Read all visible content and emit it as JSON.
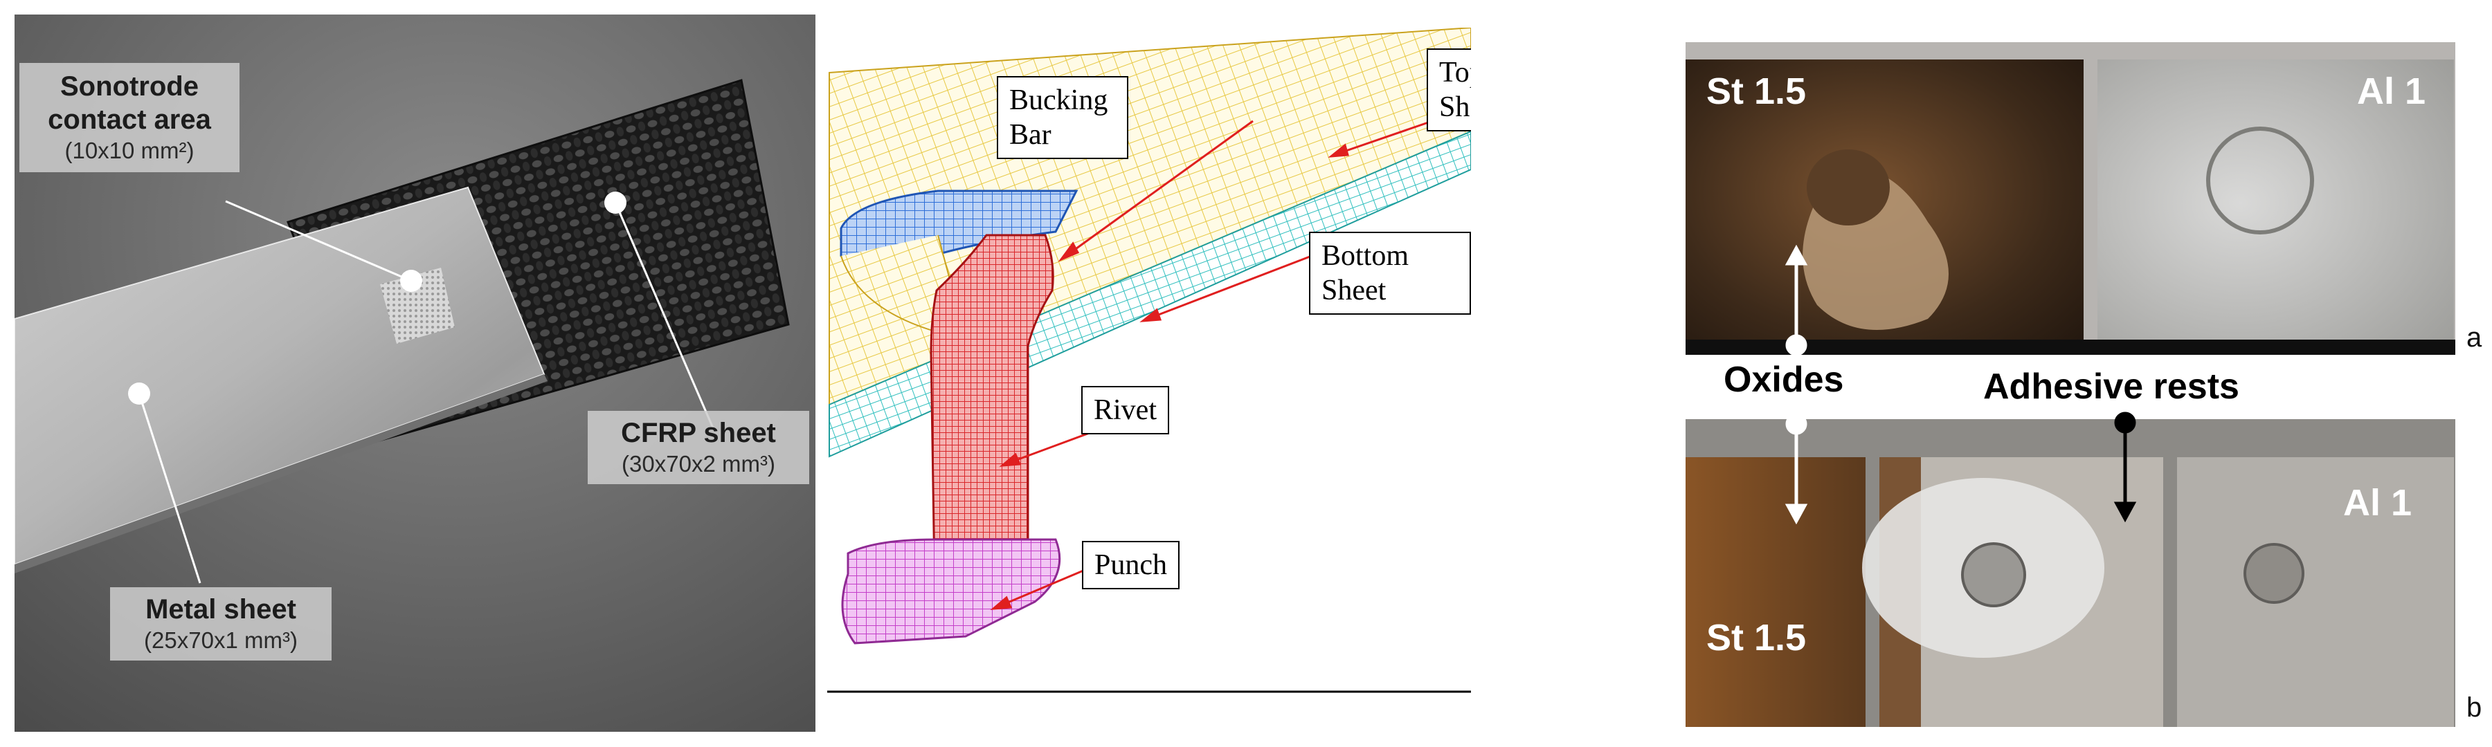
{
  "panel_a": {
    "sonotrode_title": "Sonotrode contact area",
    "sonotrode_dims": "(10x10 mm²)",
    "cfrp_title": "CFRP sheet",
    "cfrp_dims": "(30x70x2 mm³)",
    "metal_title": "Metal sheet",
    "metal_dims": "(25x70x1 mm³)"
  },
  "panel_b": {
    "top_sheet": "Top Sheet",
    "bucking_bar": "Bucking Bar",
    "bottom_sheet": "Bottom Sheet",
    "rivet": "Rivet",
    "punch": "Punch",
    "colors": {
      "top": "#e7c843",
      "bottom": "#2fbfbe",
      "bar": "#2f6fd8",
      "rivet": "#d9272b",
      "punch": "#c43fc9",
      "leader": "#e01f1f"
    }
  },
  "panel_c": {
    "top_left_label": "St 1.5",
    "top_right_label": "Al 1",
    "oxides_label": "Oxides",
    "adhesive_label": "Adhesive rests",
    "bottom_left_label": "St 1.5",
    "bottom_right_label": "Al 1",
    "sub_a": "a",
    "sub_b": "b"
  }
}
